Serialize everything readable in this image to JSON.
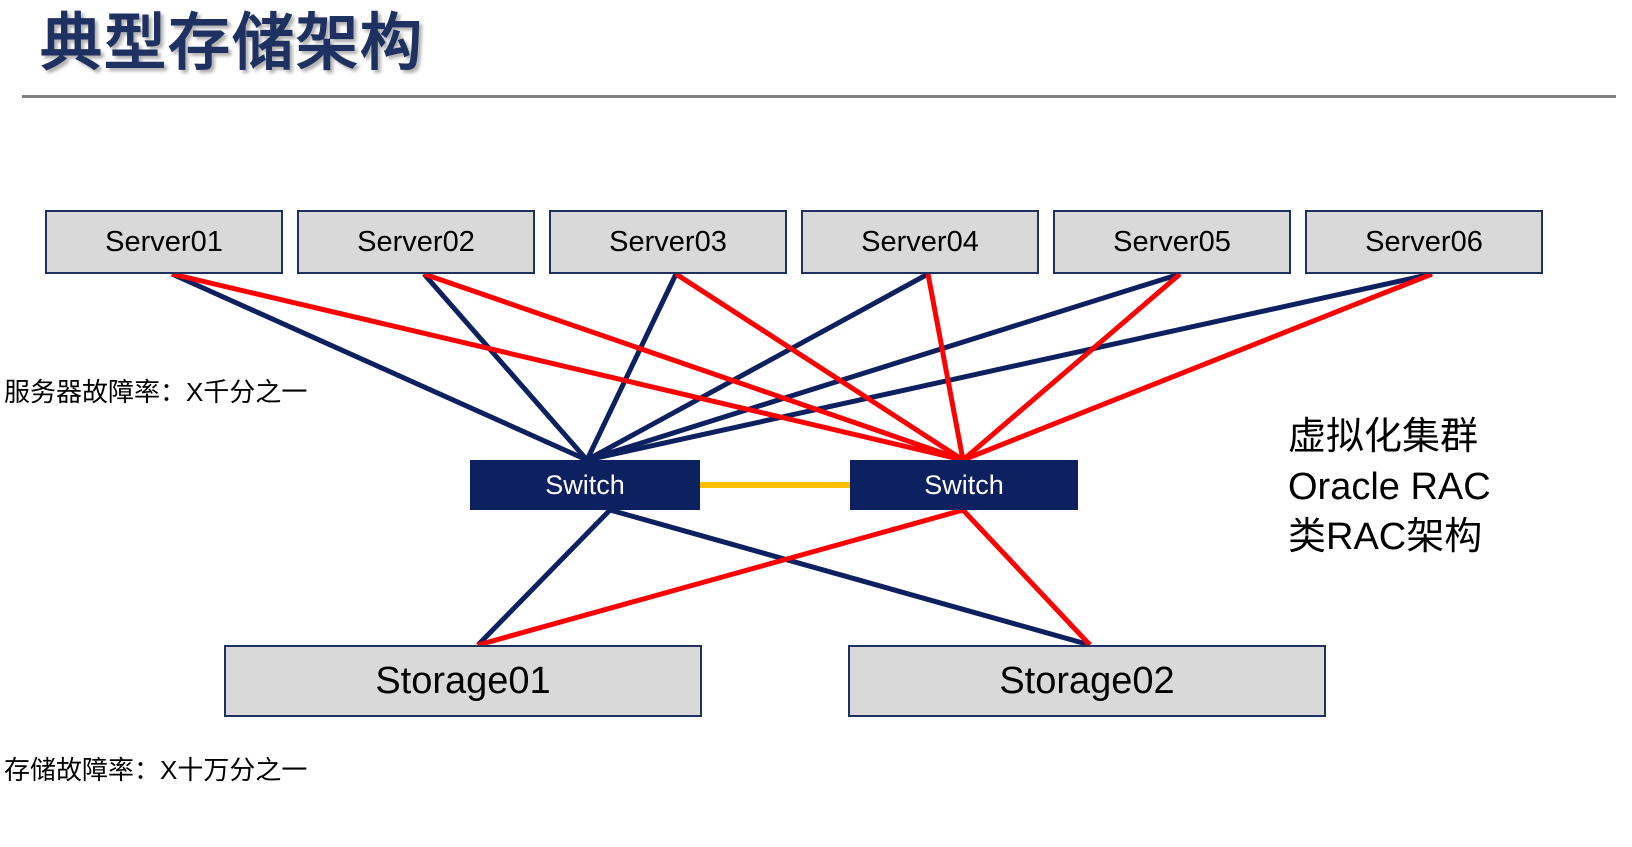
{
  "slide": {
    "title": "典型存储架构",
    "background_color": "#ffffff",
    "title_color": "#1f3160",
    "rule_color": "#808080"
  },
  "palette": {
    "node_fill": "#d9d9d9",
    "node_border": "#1f3160",
    "switch_fill": "#0d2060",
    "switch_text": "#ffffff",
    "link_primary": "#0d2060",
    "link_secondary": "#ff0000",
    "interswitch_link": "#ffbf00"
  },
  "servers": [
    {
      "id": "server01",
      "label": "Server01"
    },
    {
      "id": "server02",
      "label": "Server02"
    },
    {
      "id": "server03",
      "label": "Server03"
    },
    {
      "id": "server04",
      "label": "Server04"
    },
    {
      "id": "server05",
      "label": "Server05"
    },
    {
      "id": "server06",
      "label": "Server06"
    }
  ],
  "switches": [
    {
      "id": "switch01",
      "label": "Switch"
    },
    {
      "id": "switch02",
      "label": "Switch"
    }
  ],
  "storages": [
    {
      "id": "storage01",
      "label": "Storage01"
    },
    {
      "id": "storage02",
      "label": "Storage02"
    }
  ],
  "annotations": {
    "server_failure_rate": "服务器故障率：X千分之一",
    "storage_failure_rate": "存储故障率：X十万分之一"
  },
  "cluster_note": {
    "line1": "虚拟化集群",
    "line2": "Oracle RAC",
    "line3": "类RAC架构"
  }
}
